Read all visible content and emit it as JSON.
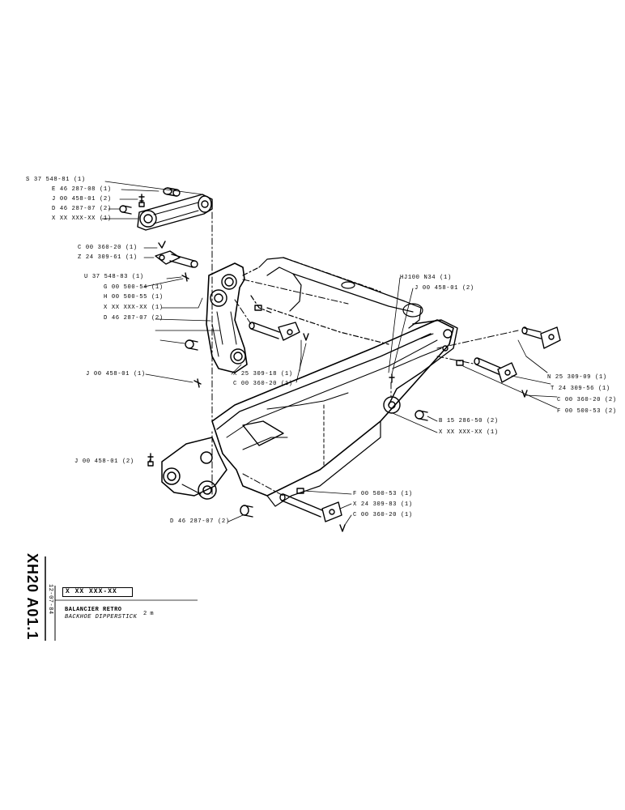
{
  "labels": {
    "s_37_548_81": "S 37 548-81 (1)",
    "e_46_287_08": "E 46 287-08 (1)",
    "j_00_458_01_2_top": "J 00 458-01 (2)",
    "d_46_287_07_2_top": "D 46 287-07 (2)",
    "x_xx_top": "X XX XXX-XX (1)",
    "c_00_360_20_left": "C 00 360-20 (1)",
    "z_24_309_61": "Z 24 309-61 (1)",
    "u_37_548_83": "U 37 548-83 (1)",
    "g_00_500_54": "G 00 500-54 (1)",
    "h_00_500_55": "H 00 500-55 (1)",
    "x_xx_mid": "X XX XXX-XX (1)",
    "d_46_287_07_2_mid": "D 46 287-07 (2)",
    "j_00_458_01_1": "J 00 458-01 (1)",
    "x_25_309_18": "X 25 309-18 (1)",
    "c_00_360_20_mid": "C 00 360-20 (1)",
    "hj100": "HJ100  N34 (1)",
    "j_00_458_01_2_right": "J 00 458-01 (2)",
    "n_25_309_09": "N 25 309-09 (1)",
    "t_24_309_56": "T 24 309-56 (1)",
    "c_00_360_20_2": "C 00 360-20 (2)",
    "f_00_500_53_2": "F 00 500-53 (2)",
    "b_15_286_50": "B 15 286-50 (2)",
    "x_xx_right": "X XX XXX-XX (1)",
    "j_00_458_01_2_lower": "J 00 458-01 (2)",
    "f_00_500_53_1": "F 00 500-53 (1)",
    "x_24_309_83": "X 24 309-83 (1)",
    "c_00_360_20_bottom": "C 00 360-20 (1)",
    "d_46_287_07_2_bottom": "D 46 287-07 (2)"
  },
  "title_block": {
    "drawing_number": "XH20 A01.1",
    "date": "12-07-84",
    "reference": "X XX  XXX-XX",
    "title_fr": "BALANCIER RETRO",
    "title_en": "BACKHOE DIPPERSTICK",
    "size": "2 m"
  }
}
